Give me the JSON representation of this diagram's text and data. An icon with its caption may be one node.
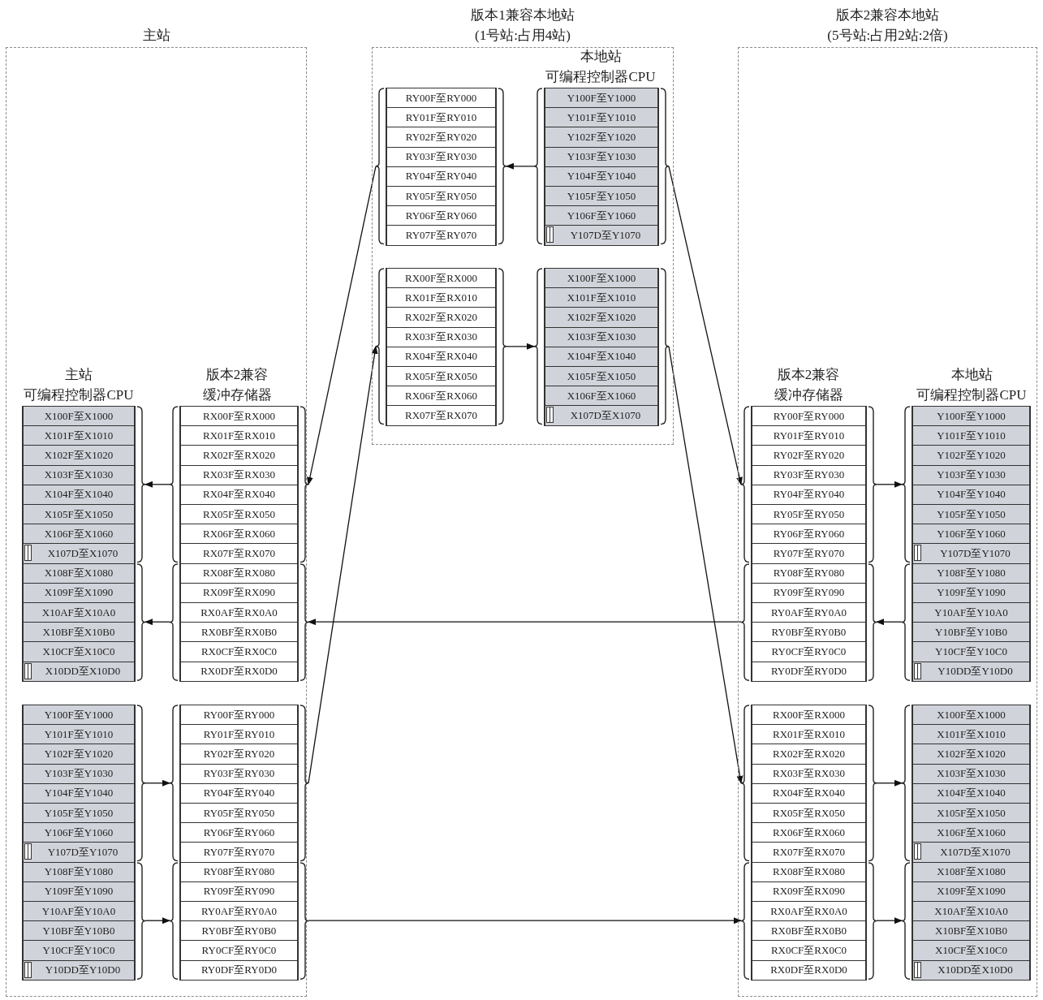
{
  "diagram": {
    "nodes": [
      {
        "text": [
          "主站"
        ]
      },
      {
        "text": [
          "版本1兼容本地站",
          "(1号站:占用4站)"
        ]
      },
      {
        "text": [
          "版本2兼容本地站",
          "(5号站:占用2站:2倍)"
        ]
      },
      {
        "text": [
          "RY00F至RY000",
          "RY01F至RY010",
          "RY02F至RY020",
          "RY03F至RY030",
          "RY04F至RY040",
          "RY05F至RY050",
          "RY06F至RY060",
          "RY07F至RY070"
        ],
        "in": 1
      },
      {
        "text": [
          "Y100F至Y1000",
          "Y101F至Y1010",
          "Y102F至Y1020",
          "Y103F至Y1030",
          "Y104F至Y1040",
          "Y105F至Y1050",
          "Y106F至Y1060",
          "Y107D至Y1070"
        ],
        "in": 1
      },
      {
        "text": [
          "RX00F至RX000",
          "RX01F至RX010",
          "RX02F至RX020",
          "RX03F至RX030",
          "RX04F至RX040",
          "RX05F至RX050",
          "RX06F至RX060",
          "RX07F至RX070"
        ],
        "in": 1
      },
      {
        "text": [
          "X100F至X1000",
          "X101F至X1010",
          "X102F至X1020",
          "X103F至X1030",
          "X104F至X1040",
          "X105F至X1050",
          "X106F至X1060",
          "X107D至X1070"
        ],
        "in": 1
      },
      {
        "text": [
          "X100F至X1000",
          "X101F至X1010",
          "X102F至X1020",
          "X103F至X1030",
          "X104F至X1040",
          "X105F至X1050",
          "X106F至X1060",
          "X107D至X1070"
        ],
        "in": 0
      },
      {
        "text": [
          "X108F至X1080",
          "X109F至X1090",
          "X10AF至X10A0",
          "X10BF至X10B0",
          "X10CF至X10C0",
          "X10DD至X10D0"
        ],
        "in": 0
      },
      {
        "text": [
          "RX00F至RX000",
          "RX01F至RX010",
          "RX02F至RX020",
          "RX03F至RX030",
          "RX04F至RX040",
          "RX05F至RX050",
          "RX06F至RX060",
          "RX07F至RX070"
        ],
        "in": 0
      },
      {
        "text": [
          "RX08F至RX080",
          "RX09F至RX090",
          "RX0AF至RX0A0",
          "RX0BF至RX0B0",
          "RX0CF至RX0C0",
          "RX0DF至RX0D0"
        ],
        "in": 0
      },
      {
        "text": [
          "Y100F至Y1000",
          "Y101F至Y1010",
          "Y102F至Y1020",
          "Y103F至Y1030",
          "Y104F至Y1040",
          "Y105F至Y1050",
          "Y106F至Y1060",
          "Y107D至Y1070"
        ],
        "in": 0
      },
      {
        "text": [
          "Y108F至Y1080",
          "Y109F至Y1090",
          "Y10AF至Y10A0",
          "Y10BF至Y10B0",
          "Y10CF至Y10C0",
          "Y10DD至Y10D0"
        ],
        "in": 0
      },
      {
        "text": [
          "RY00F至RY000",
          "RY01F至RY010",
          "RY02F至RY020",
          "RY03F至RY030",
          "RY04F至RY040",
          "RY05F至RY050",
          "RY06F至RY060",
          "RY07F至RY070"
        ],
        "in": 0
      },
      {
        "text": [
          "RY08F至RY080",
          "RY09F至RY090",
          "RY0AF至RY0A0",
          "RY0BF至RY0B0",
          "RY0CF至RY0C0",
          "RY0DF至RY0D0"
        ],
        "in": 0
      },
      {
        "text": [
          "RY00F至RY000",
          "RY01F至RY010",
          "RY02F至RY020",
          "RY03F至RY030",
          "RY04F至RY040",
          "RY05F至RY050",
          "RY06F至RY060",
          "RY07F至RY070"
        ],
        "in": 2
      },
      {
        "text": [
          "RY08F至RY080",
          "RY09F至RY090",
          "RY0AF至RY0A0",
          "RY0BF至RY0B0",
          "RY0CF至RY0C0",
          "RY0DF至RY0D0"
        ],
        "in": 2
      },
      {
        "text": [
          "Y100F至Y1000",
          "Y101F至Y1010",
          "Y102F至Y1020",
          "Y103F至Y1030",
          "Y104F至Y1040",
          "Y105F至Y1050",
          "Y106F至Y1060",
          "Y107D至Y1070"
        ],
        "in": 2
      },
      {
        "text": [
          "Y108F至Y1080",
          "Y109F至Y1090",
          "Y10AF至Y10A0",
          "Y10BF至Y10B0",
          "Y10CF至Y10C0",
          "Y10DD至Y10D0"
        ],
        "in": 2
      },
      {
        "text": [
          "RX00F至RX000",
          "RX01F至RX010",
          "RX02F至RX020",
          "RX03F至RX030",
          "RX04F至RX040",
          "RX05F至RX050",
          "RX06F至RX060",
          "RX07F至RX070"
        ],
        "in": 2
      },
      {
        "text": [
          "RX08F至RX080",
          "RX09F至RX090",
          "RX0AF至RX0A0",
          "RX0BF至RX0B0",
          "RX0CF至RX0C0",
          "RX0DF至RX0D0"
        ],
        "in": 2
      },
      {
        "text": [
          "X100F至X1000",
          "X101F至X1010",
          "X102F至X1020",
          "X103F至X1030",
          "X104F至X1040",
          "X105F至X1050",
          "X106F至X1060",
          "X107D至X1070"
        ],
        "in": 2
      },
      {
        "text": [
          "X108F至X1080",
          "X109F至X1090",
          "X10AF至X10A0",
          "X10BF至X10B0",
          "X10CF至X10C0",
          "X10DD至X10D0"
        ],
        "in": 2
      }
    ],
    "edges": [
      {
        "from": 4,
        "to": 3,
        "arrow": "to"
      },
      {
        "from": 5,
        "to": 6,
        "arrow": "to"
      },
      {
        "from": 3,
        "to": 9,
        "arrow": "to"
      },
      {
        "from": 13,
        "to": 5,
        "arrow": "to"
      },
      {
        "from": 4,
        "to": 15,
        "arrow": "to"
      },
      {
        "from": 6,
        "to": 19,
        "arrow": "to"
      },
      {
        "from": 9,
        "to": 7,
        "arrow": "to"
      },
      {
        "from": 10,
        "to": 8,
        "arrow": "to"
      },
      {
        "from": 16,
        "to": 10,
        "arrow": "to"
      },
      {
        "from": 11,
        "to": 13,
        "arrow": "to"
      },
      {
        "from": 12,
        "to": 14,
        "arrow": "to"
      },
      {
        "from": 14,
        "to": 20,
        "arrow": "to"
      },
      {
        "from": 15,
        "to": 17,
        "arrow": "to"
      },
      {
        "from": 18,
        "to": 16,
        "arrow": "to"
      },
      {
        "from": 19,
        "to": 21,
        "arrow": "to"
      },
      {
        "from": 20,
        "to": 22,
        "arrow": "to"
      }
    ],
    "labels": [
      "本地站",
      "可编程控制器CPU",
      "主站",
      "可编程控制器CPU",
      "版本2兼容",
      "缓冲存储器",
      "版本2兼容",
      "缓冲存储器",
      "本地站",
      "可编程控制器CPU"
    ]
  }
}
